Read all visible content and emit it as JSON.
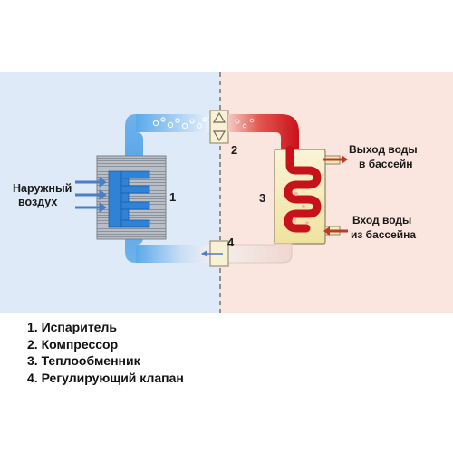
{
  "labels": {
    "outside_air": [
      "Наружный",
      "воздух"
    ],
    "water_out": [
      "Выход воды",
      "в бассейн"
    ],
    "water_in": [
      "Вход воды",
      "из бассейна"
    ],
    "num_evaporator": "1",
    "num_compressor": "2",
    "num_exchanger": "3",
    "num_valve": "4"
  },
  "legend": [
    "1. Испаритель",
    "2. Компрессор",
    "3. Теплообменник",
    "4. Регулирующий клапан"
  ],
  "colors": {
    "cold_zone": "#deeaf8",
    "warm_zone": "#fbe5df",
    "cold_pipe": "#5aa9ea",
    "hot_pipe": "#c8121a",
    "exchanger_body": "#f6ecb6",
    "arrow_red": "#c0392b",
    "arrow_blue": "#4a7fc8"
  }
}
